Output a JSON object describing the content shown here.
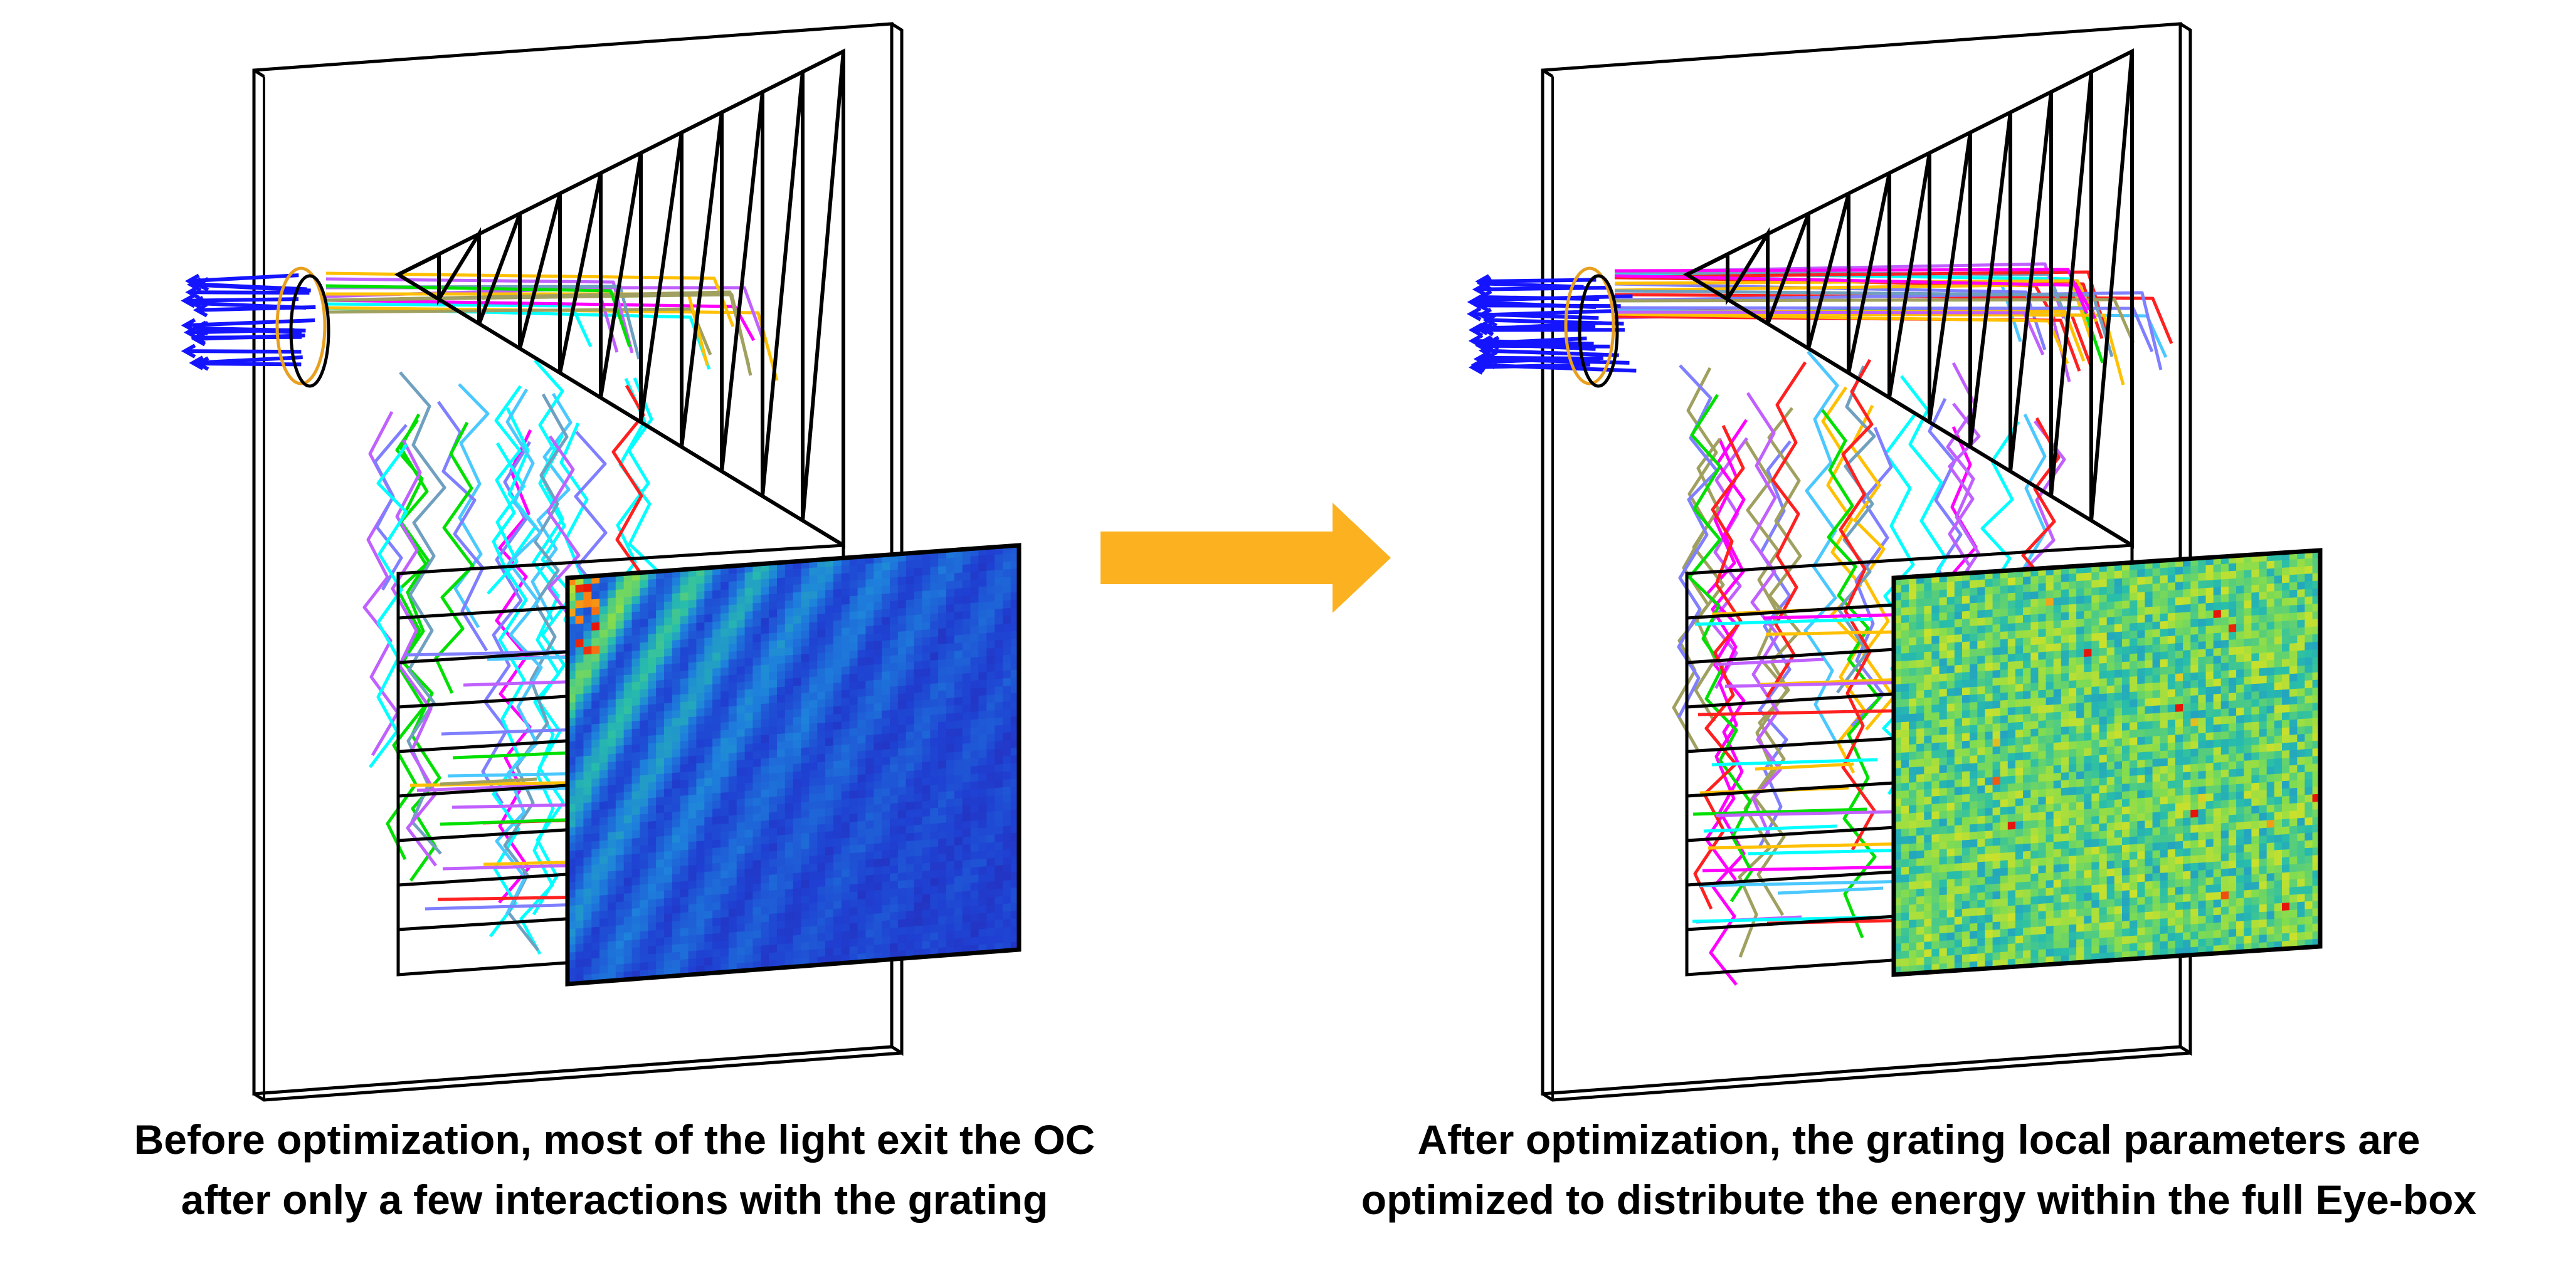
{
  "panels": [
    {
      "id": "before",
      "caption_line1": "Before optimization, most of the light exit the OC",
      "caption_line2": "after only a few interactions with the grating",
      "heatmap_pattern": "diagonal-stripes"
    },
    {
      "id": "after",
      "caption_line1": "After optimization, the grating local parameters are",
      "caption_line2": "optimized to distribute the energy within the full Eye-box",
      "heatmap_pattern": "uniform-noise"
    }
  ],
  "arrow": {
    "color": "#FBB120",
    "direction": "right"
  },
  "colors": {
    "frame": "#000000",
    "input_beam": "#1414FF",
    "ray_palette": [
      "#FF00FF",
      "#FFC000",
      "#4BC8FF",
      "#00E000",
      "#FF2020",
      "#7F7FFF",
      "#00FFFF",
      "#A0A060",
      "#C060FF",
      "#70A0C0"
    ]
  }
}
